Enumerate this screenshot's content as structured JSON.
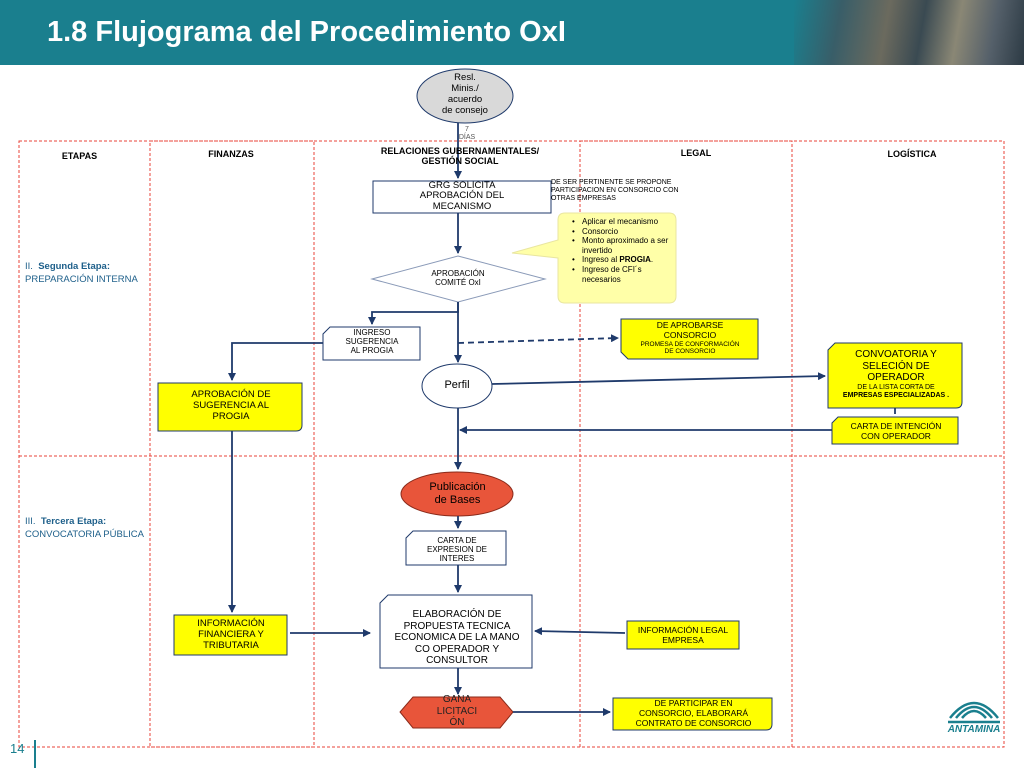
{
  "header": {
    "title": "1.8 Flujograma del Procedimiento OxI"
  },
  "columns": {
    "etapas": "ETAPAS",
    "finanzas": "FINANZAS",
    "relaciones_l1": "RELACIONES GUBERNAMENTALES/",
    "relaciones_l2": "GESTIÓN SOCIAL",
    "legal": "LEGAL",
    "logistica": "LOGÍSTICA"
  },
  "stages": {
    "second_num": "II.",
    "second_label": "Segunda Etapa:",
    "second_sub": "PREPARACIÓN INTERNA",
    "third_num": "III.",
    "third_label": "Tercera Etapa:",
    "third_sub": "CONVOCATORIA PÚBLICA"
  },
  "nodes": {
    "resl_1": "Resl.",
    "resl_2": "Minis./",
    "resl_3": "acuerdo",
    "resl_4": "de consejo",
    "days_1": "7",
    "days_2": "DÍAS",
    "grg_1": "GRG  SOLICITA",
    "grg_2": "APROBACIÓN DEL",
    "grg_3": "MECANISMO",
    "pertinente_1": "DE SER PERTINENTE SE PROPONE",
    "pertinente_2": "PARTICIPACION EN CONSORCIO CON",
    "pertinente_3": "OTRAS EMPRESAS",
    "comite_1": "APROBACIÓN",
    "comite_2": "COMITÉ  OxI",
    "ingreso_1": "INGRESO",
    "ingreso_2": "SUGERENCIA",
    "ingreso_3": "AL PROGIA",
    "aprobarse_1": "DE  APROBARSE",
    "aprobarse_2": "CONSORCIO",
    "aprobarse_3": "PROMESA DE CONFORMACIÓN",
    "aprobarse_4": "DE CONSORCIO",
    "aprob_sug_1": "APROBACIÓN DE",
    "aprob_sug_2": "SUGERENCIA AL",
    "aprob_sug_3": "PROGIA",
    "perfil": "Perfil",
    "convoc_1": "CONVOATORIA Y",
    "convoc_2": "SELECIÓN DE",
    "convoc_3": "OPERADOR",
    "convoc_4": "DE LA LISTA CORTA DE",
    "convoc_5": "EMPRESAS ESPECIALIZADAS .",
    "carta_int_1": "CARTA DE INTENCIÓN",
    "carta_int_2": "CON OPERADOR",
    "publicacion_1": "Publicación",
    "publicacion_2": "de Bases",
    "carta_exp_1": "CARTA DE",
    "carta_exp_2": "EXPRESION DE",
    "carta_exp_3": "INTERES",
    "info_fin_1": "INFORMACIÓN",
    "info_fin_2": "FINANCIERA Y",
    "info_fin_3": "TRIBUTARIA",
    "elab_1": "ELABORACIÓN DE",
    "elab_2": "PROPUESTA TECNICA",
    "elab_3": "ECONOMICA DE LA MANO",
    "elab_4": "CO OPERADOR Y",
    "elab_5": "CONSULTOR",
    "info_legal_1": "INFORMACIÓN LEGAL",
    "info_legal_2": "EMPRESA",
    "gana_1": "GANA",
    "gana_2": "LICITACI",
    "gana_3": "ÓN",
    "participar_1": "DE  PARTICIPAR EN",
    "participar_2": "CONSORCIO, ELABORARÁ",
    "participar_3": "CONTRATO DE CONSORCIO"
  },
  "callout": [
    "Aplicar el mecanismo",
    "Consorcio",
    "Monto  aproximado a ser invertido",
    "Ingreso al PROGIA.",
    "Ingreso de CFI´s necesarios"
  ],
  "footer": {
    "page_number": "14",
    "logo": "ANTAMINA"
  },
  "colors": {
    "header": "#1a7f8e",
    "yellow": "#ffff00",
    "callout": "#ffffa8",
    "red_node": "#e8553a",
    "arrow": "#1f3a6b",
    "grid": "#e8433a"
  }
}
